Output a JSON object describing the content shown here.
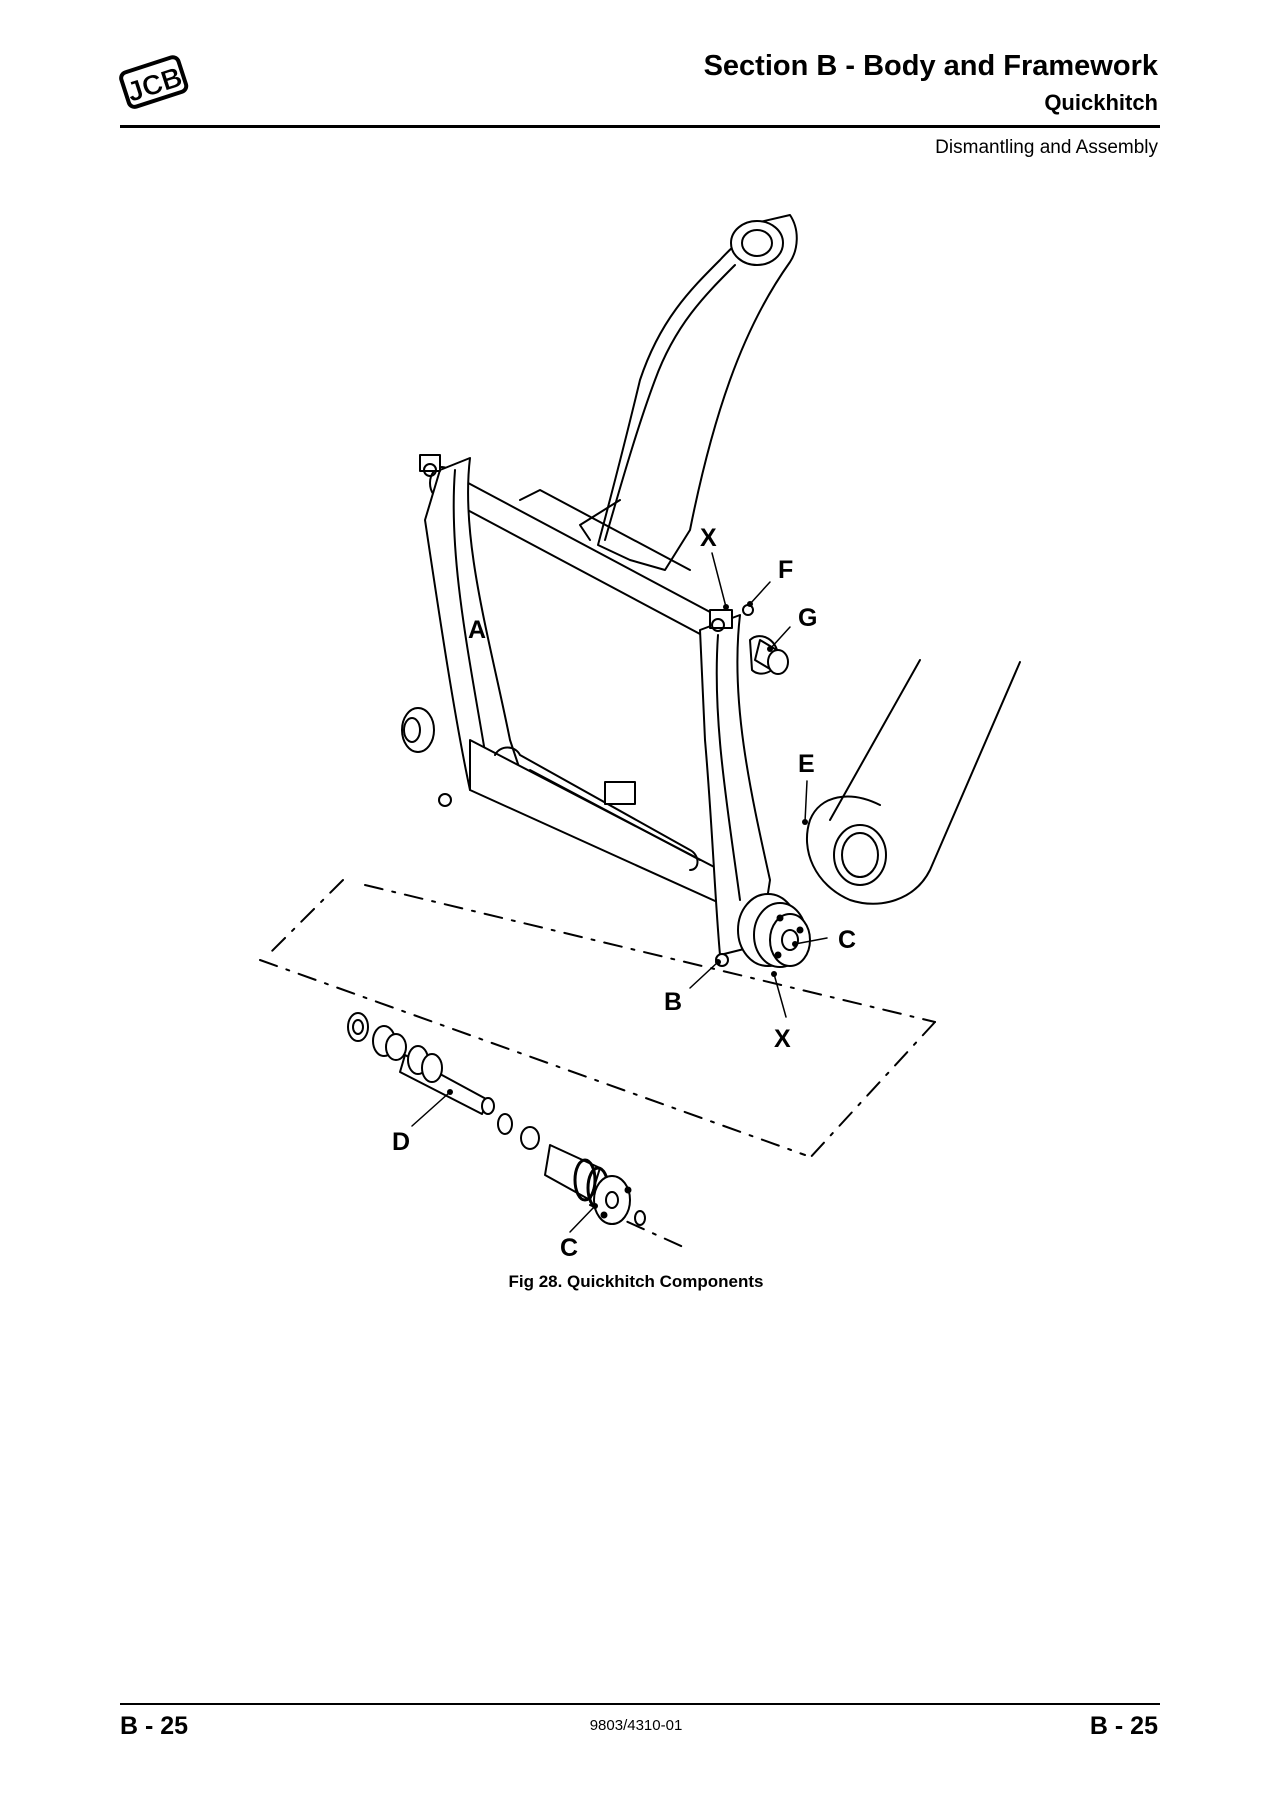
{
  "header": {
    "logo_text": "JCB",
    "section_title": "Section B - Body and Framework",
    "subsection_title": "Quickhitch",
    "topic": "Dismantling and Assembly"
  },
  "figure": {
    "callouts": [
      "X",
      "F",
      "G",
      "A",
      "E",
      "C",
      "B",
      "X",
      "D",
      "C"
    ],
    "caption": "Fig 28. Quickhitch Components"
  },
  "footer": {
    "page_left": "B - 25",
    "doc_code": "9803/4310-01",
    "page_right": "B - 25"
  }
}
